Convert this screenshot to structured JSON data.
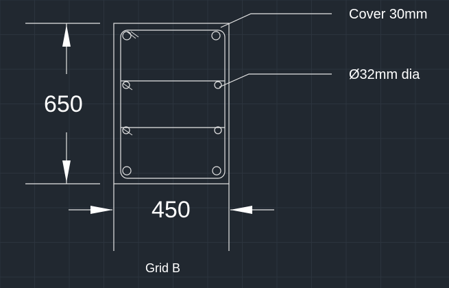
{
  "colors": {
    "background": "#212830",
    "grid": "#2c343e",
    "linework": "#e6e6e6",
    "text": "#ffffff"
  },
  "dimensions": {
    "height_label": "650",
    "width_label": "450"
  },
  "annotations": {
    "cover": "Cover 30mm",
    "bar_dia": "Ø32mm dia"
  },
  "caption": "Grid B"
}
